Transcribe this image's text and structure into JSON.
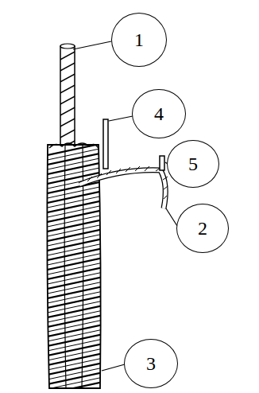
{
  "diagram": {
    "nodes": [
      {
        "text": [
          "1"
        ]
      },
      {
        "text": [
          "4"
        ]
      },
      {
        "text": [
          "5"
        ]
      },
      {
        "text": [
          "2"
        ]
      },
      {
        "text": [
          "3"
        ]
      }
    ]
  }
}
